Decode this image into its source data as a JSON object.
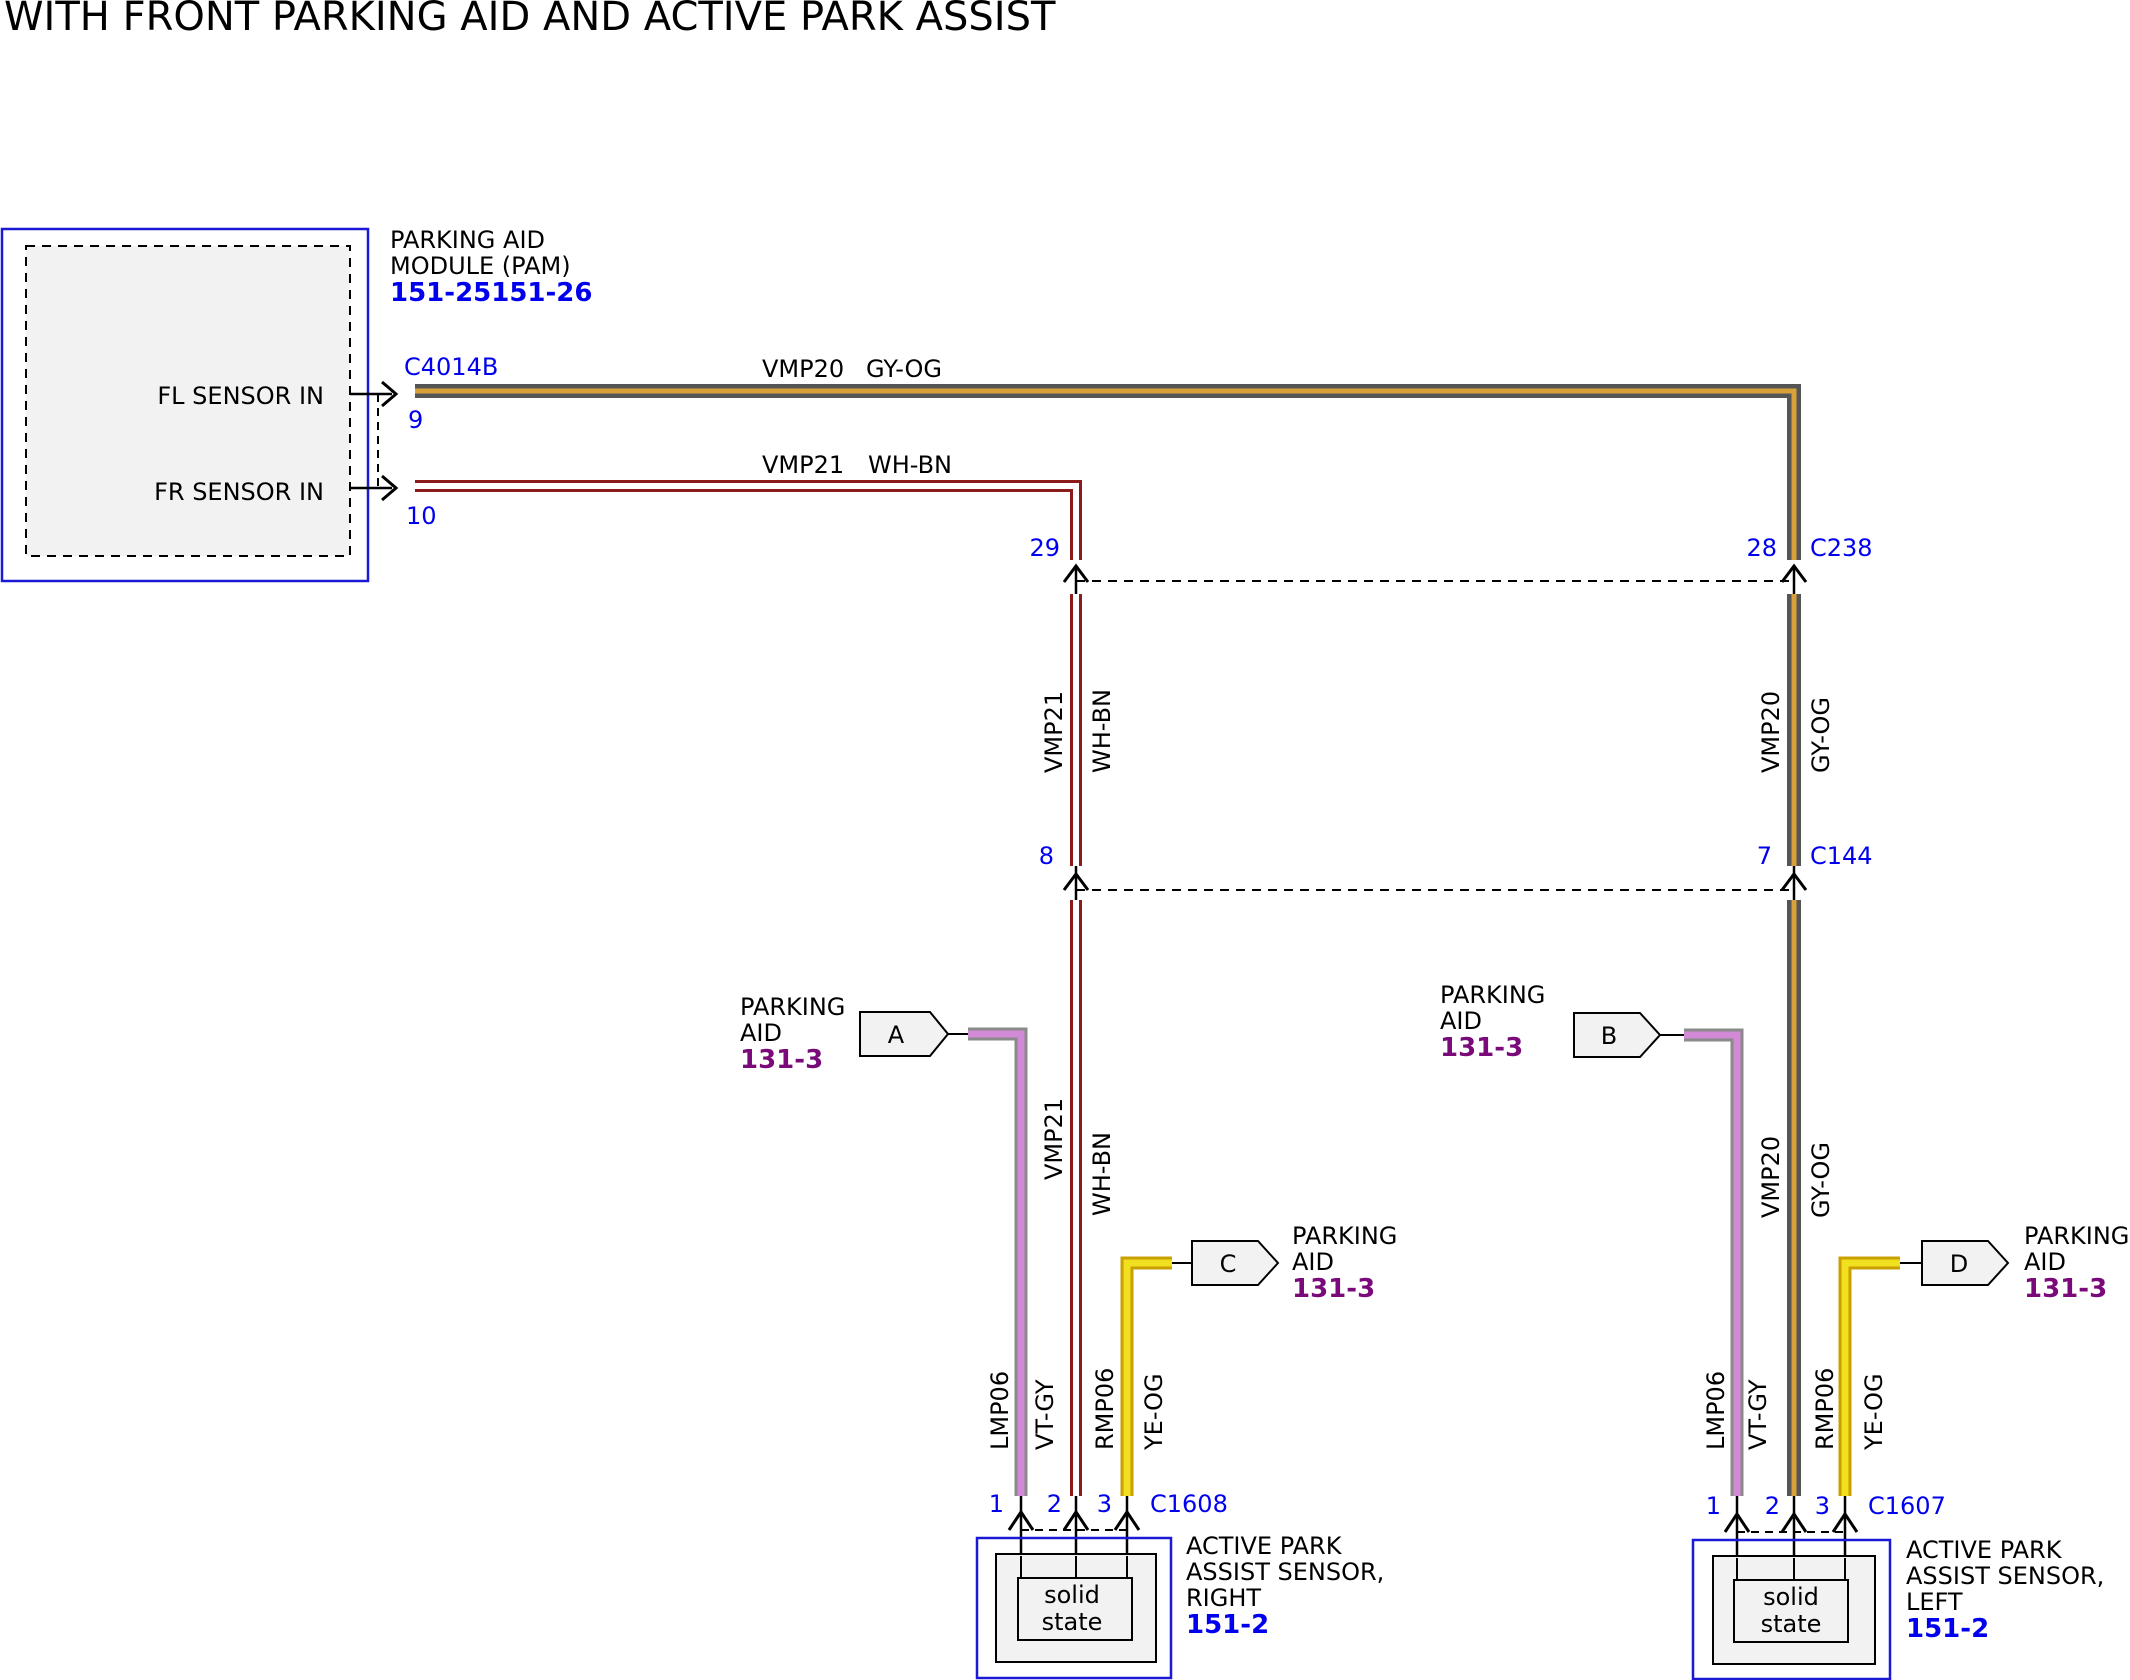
{
  "title": "WITH FRONT PARKING AID AND ACTIVE PARK ASSIST",
  "colors": {
    "gy_og": [
      "#555555",
      "#d9a13a"
    ],
    "wh_bn": [
      "#8b1a1a",
      "#ffffff"
    ],
    "vt_gy": [
      "#d38ad6",
      "#8a8a8a"
    ],
    "ye_og": [
      "#f0e020",
      "#c9a000"
    ],
    "ref_blue": "#0000ee",
    "ref_purple": "#7a0a7a",
    "box_blue": "#1a1ad6"
  },
  "pam": {
    "name_line1": "PARKING AID",
    "name_line2": "MODULE (PAM)",
    "ref": "151-25151-26",
    "fl_label": "FL SENSOR IN",
    "fr_label": "FR SENSOR IN",
    "connector": "C4014B",
    "fl_pin": "9",
    "fr_pin": "10"
  },
  "wires": {
    "vmp20_circuit": "VMP20",
    "vmp20_color": "GY-OG",
    "vmp21_circuit": "VMP21",
    "vmp21_color": "WH-BN",
    "lmp06_circuit": "LMP06",
    "lmp06_color": "VT-GY",
    "rmp06_circuit": "RMP06",
    "rmp06_color": "YE-OG"
  },
  "c238": {
    "name": "C238",
    "pin_left": "29",
    "pin_right": "28"
  },
  "c144": {
    "name": "C144",
    "pin_left": "8",
    "pin_right": "7"
  },
  "right_sensor": {
    "connector": "C1608",
    "pins": [
      "1",
      "2",
      "3"
    ],
    "name_line1": "ACTIVE PARK",
    "name_line2": "ASSIST SENSOR,",
    "name_line3": "RIGHT",
    "ref": "151-2",
    "inner_line1": "solid",
    "inner_line2": "state"
  },
  "left_sensor": {
    "connector": "C1607",
    "pins": [
      "1",
      "2",
      "3"
    ],
    "name_line1": "ACTIVE PARK",
    "name_line2": "ASSIST SENSOR,",
    "name_line3": "LEFT",
    "ref": "151-2",
    "inner_line1": "solid",
    "inner_line2": "state"
  },
  "flags": {
    "a": {
      "letter": "A",
      "line1": "PARKING",
      "line2": "AID",
      "ref": "131-3"
    },
    "b": {
      "letter": "B",
      "line1": "PARKING",
      "line2": "AID",
      "ref": "131-3"
    },
    "c": {
      "letter": "C",
      "line1": "PARKING",
      "line2": "AID",
      "ref": "131-3"
    },
    "d": {
      "letter": "D",
      "line1": "PARKING",
      "line2": "AID",
      "ref": "131-3"
    }
  }
}
